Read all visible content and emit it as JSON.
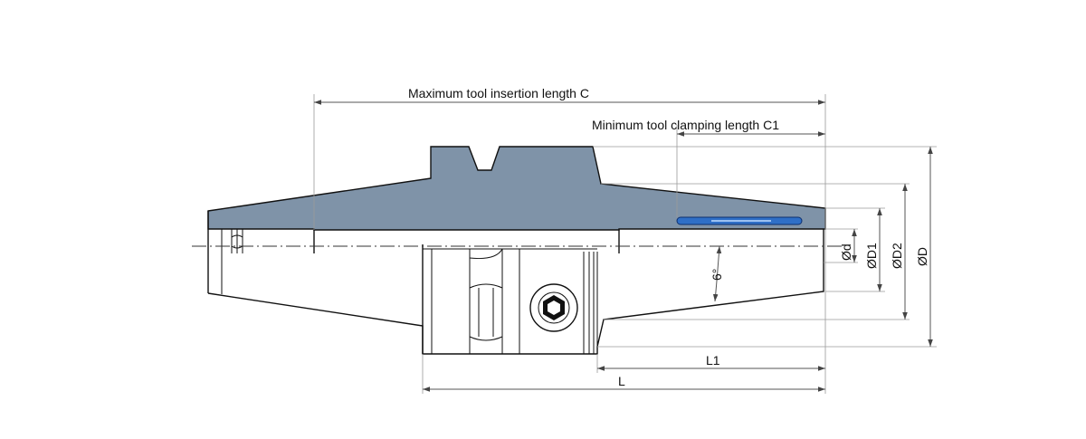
{
  "labels": {
    "max_insertion": "Maximum tool insertion length  C",
    "min_clamping": "Minimum tool clamping length C1",
    "d": "Ød",
    "D1": "ØD1",
    "D2": "ØD2",
    "D": "ØD",
    "angle": "6°",
    "L1": "L1",
    "L": "L"
  },
  "colors": {
    "section_fill": "#7f93a8",
    "clamp_slot": "#2f6fc7",
    "outline": "#111111"
  }
}
